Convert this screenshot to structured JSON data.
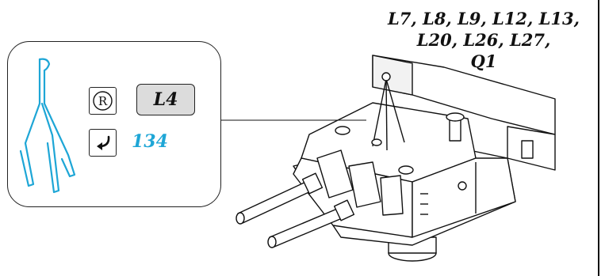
{
  "callout": {
    "part_code": "L4",
    "ref_number": "134",
    "reg_icon": "registered-circle-icon",
    "arrow_icon": "return-arrow-icon",
    "part_shape_icon": "tripod-mast-part-icon",
    "part_shape_color": "#1ea6d6"
  },
  "parts_list": {
    "lines": [
      "L7, L8, L9, L12, L13,",
      "L20, L26, L27,",
      "Q1"
    ]
  },
  "illustration": {
    "name": "gun-turret-drawing"
  },
  "colors": {
    "ink": "#111111",
    "accent": "#1ea6d6",
    "label_fill": "#dcdcdc"
  }
}
